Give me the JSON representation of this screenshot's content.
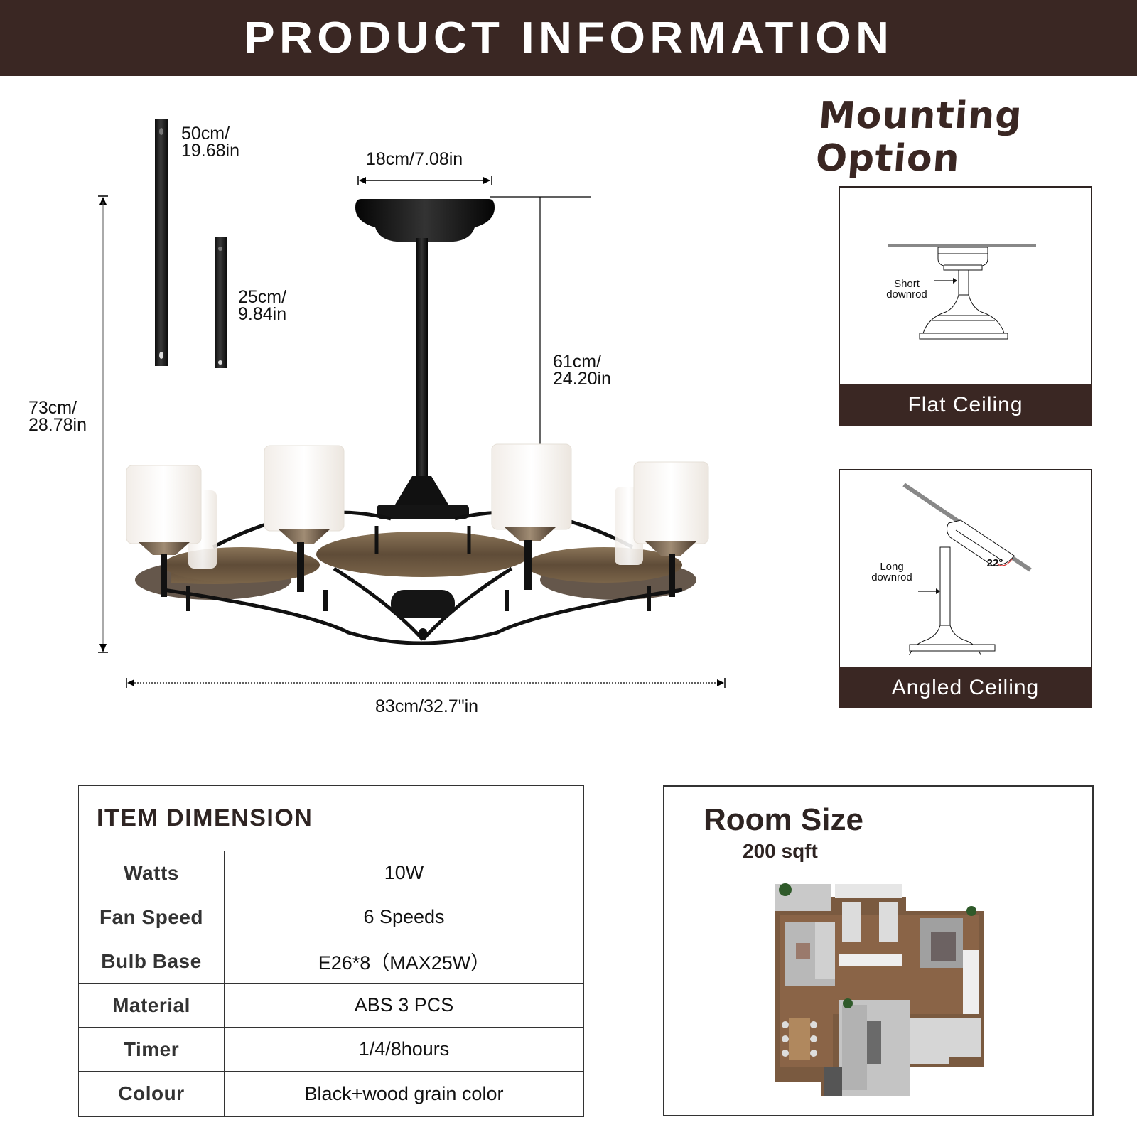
{
  "header": {
    "title": "PRODUCT INFORMATION",
    "background": "#3a2723"
  },
  "dimensions": {
    "long_downrod": {
      "cm": "50cm/",
      "in": "19.68in"
    },
    "short_downrod": {
      "cm": "25cm/",
      "in": "9.84in"
    },
    "canopy_width": "18cm/7.08in",
    "drop_height": {
      "cm": "61cm/",
      "in": "24.20in"
    },
    "total_height": {
      "cm": "73cm/",
      "in": "28.78in"
    },
    "total_width": "83cm/32.7\"in"
  },
  "mounting": {
    "title": "Mounting Option",
    "options": [
      {
        "label": "Flat Ceiling",
        "annotation_line1": "Short",
        "annotation_line2": "downrod"
      },
      {
        "label": "Angled Ceiling",
        "annotation_line1": "Long",
        "annotation_line2": "downrod",
        "angle": "22°"
      }
    ]
  },
  "item_dimension": {
    "title": "ITEM DIMENSION",
    "rows": [
      {
        "key": "Watts",
        "value": "10W"
      },
      {
        "key": "Fan Speed",
        "value": "6 Speeds"
      },
      {
        "key": "Bulb Base",
        "value": "E26*8（MAX25W）"
      },
      {
        "key": "Material",
        "value": "ABS 3 PCS"
      },
      {
        "key": "Timer",
        "value": "1/4/8hours"
      },
      {
        "key": "Colour",
        "value": "Black+wood grain color"
      }
    ]
  },
  "room": {
    "title": "Room Size",
    "size": "200 sqft"
  },
  "colors": {
    "brand_dark": "#3a2723",
    "wood": "#7a634b",
    "black": "#141414",
    "glass": "#f6f2ee"
  }
}
